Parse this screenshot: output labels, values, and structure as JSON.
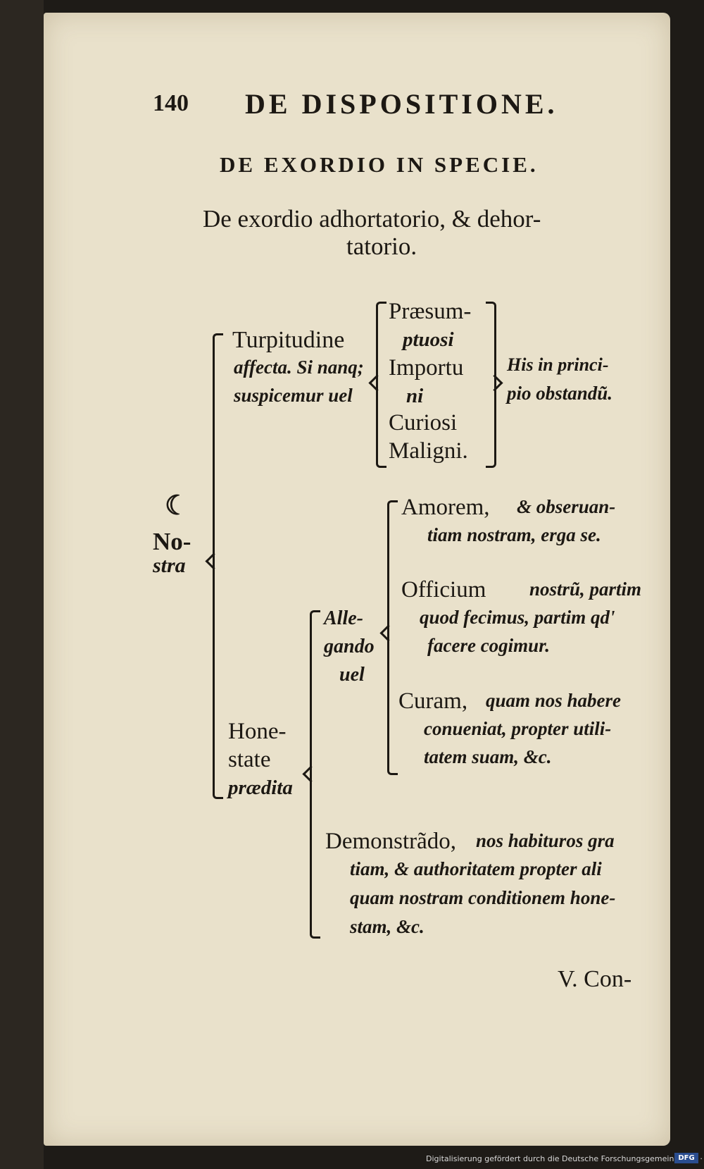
{
  "header": {
    "page_number": "140",
    "running_title": "DE DISPOSITIONE."
  },
  "section_title": "DE EXORDIO IN SPECIE.",
  "subtitle": {
    "line1": "De exordio adhortatorio, & dehor-",
    "line2": "tatorio."
  },
  "diagram": {
    "root_mark": "☾",
    "root_line1": "No-",
    "root_line2": "stra",
    "branch_turpitudine": {
      "line1": "Turpitudine",
      "line2": "affecta. Si nanq;",
      "line3": "suspicemur uel",
      "items": [
        "Præsum-",
        "ptuosi",
        "Importu",
        "ni",
        "Curiosi",
        "Maligni."
      ],
      "conclusion_line1": "His in princi-",
      "conclusion_line2": "pio obstandũ."
    },
    "branch_honestate": {
      "line1": "Hone-",
      "line2": "state",
      "line3": "prædita",
      "allegando": {
        "line1": "Alle-",
        "line2": "gando",
        "line3": "uel",
        "amorem_lead": "Amorem,",
        "amorem_rest": "& obseruan-",
        "amorem_line2": "tiam nostram, erga se.",
        "officium_lead": "Officium",
        "officium_rest": "nostrũ, partim",
        "officium_line2": "quod fecimus, partim qd'",
        "officium_line3": "facere cogimur.",
        "curam_lead": "Curam,",
        "curam_rest": "quam nos habere",
        "curam_line2": "conueniat, propter utili-",
        "curam_line3": "tatem suam, &c."
      },
      "demonstrando": {
        "lead": "Demonstrãdo,",
        "rest": "nos habituros gra",
        "line2": "tiam, & authoritatem propter ali",
        "line3": "quam nostram conditionem hone-",
        "line4": "stam, &c."
      }
    }
  },
  "catchword": "V. Con-",
  "footer": {
    "credit": "Digitalisierung gefördert durch die Deutsche Forschungsgemeinschaft ·",
    "logo_text": "DFG"
  }
}
